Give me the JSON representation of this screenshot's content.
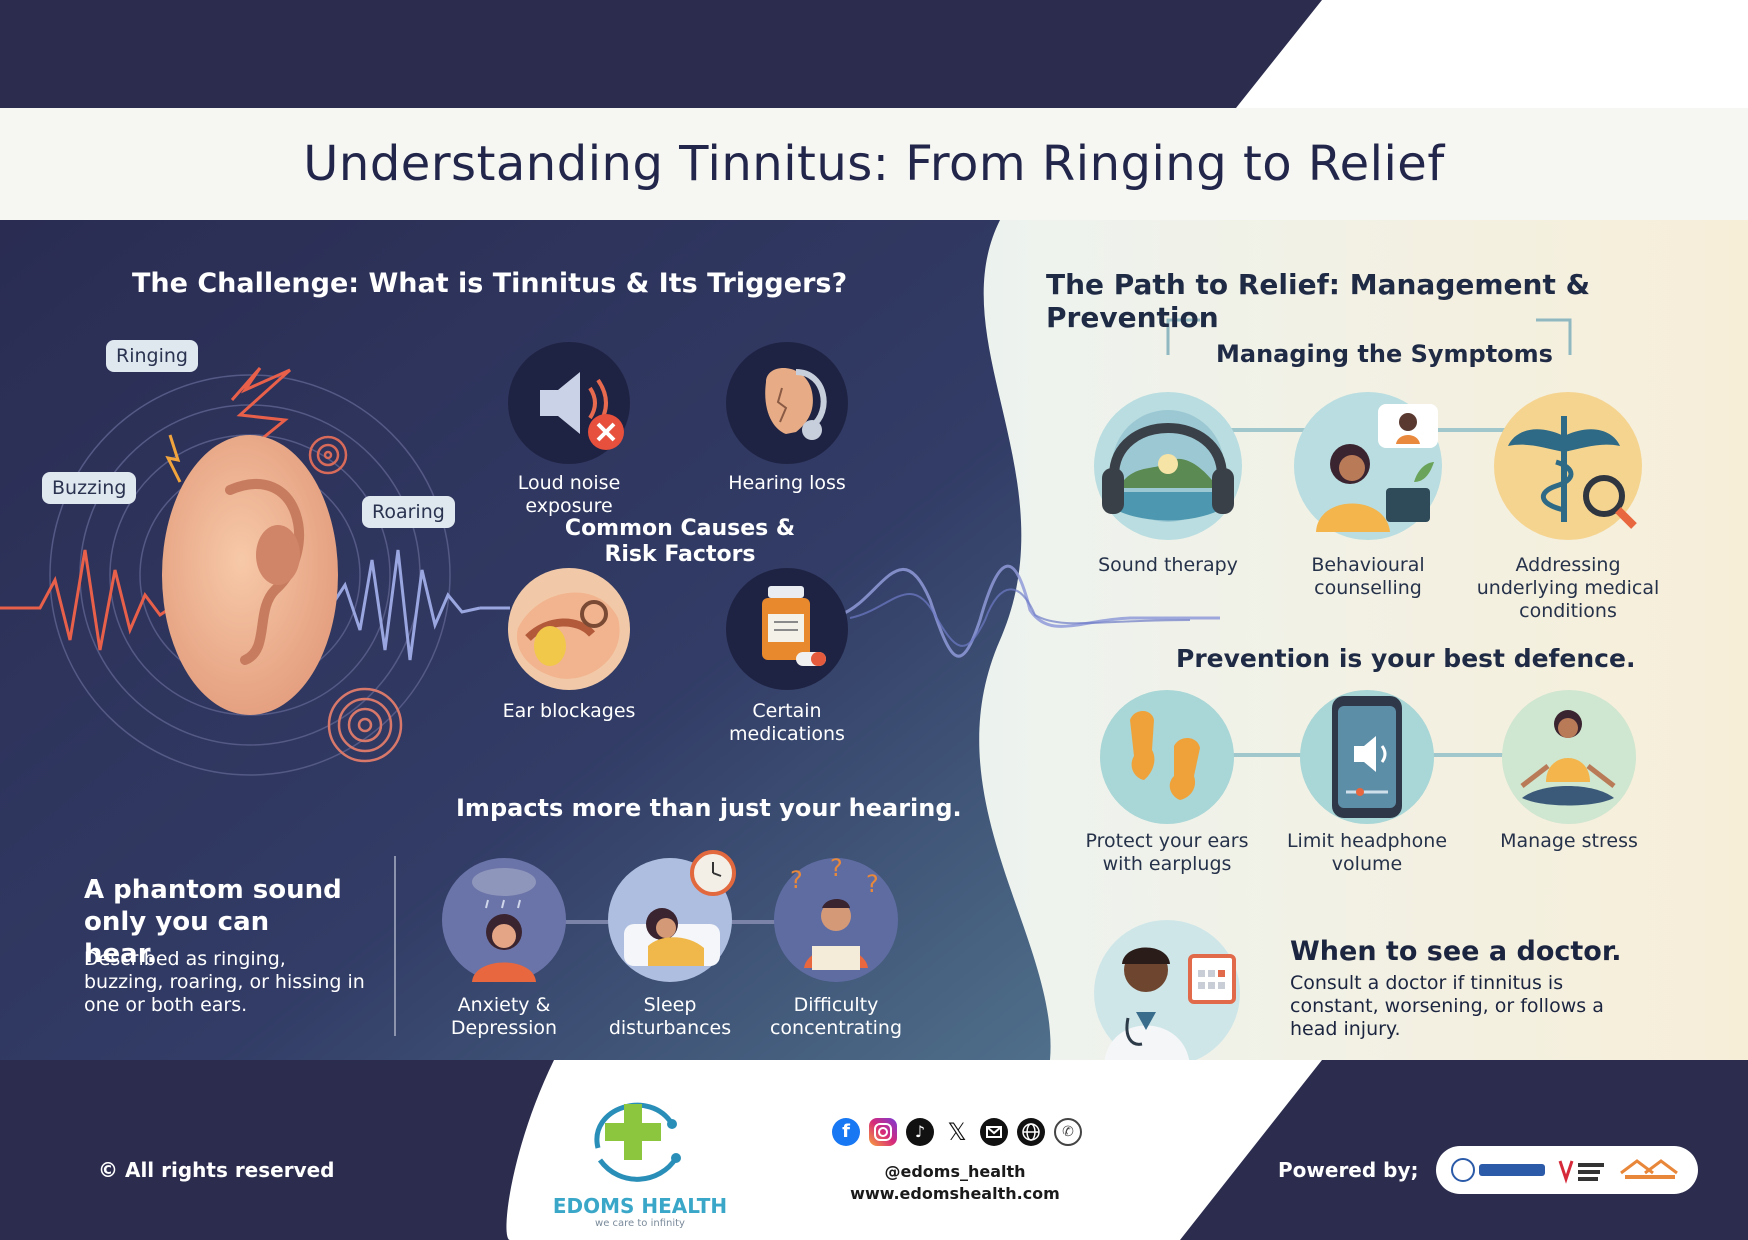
{
  "title": "Understanding Tinnitus: From Ringing to Relief",
  "left": {
    "heading": "The Challenge: What is Tinnitus & Its Triggers?",
    "sounds": [
      "Ringing",
      "Buzzing",
      "Roaring"
    ],
    "causes_title": "Common Causes & Risk Factors",
    "causes": [
      {
        "label": "Loud noise exposure",
        "icon": "speaker-mute-icon"
      },
      {
        "label": "Hearing loss",
        "icon": "hearing-aid-icon"
      },
      {
        "label": "Ear blockages",
        "icon": "ear-canal-icon"
      },
      {
        "label": "Certain medications",
        "icon": "pill-bottle-icon"
      }
    ],
    "phantom_title": "A phantom sound only you can hear.",
    "phantom_desc": "Described as ringing, buzzing, roaring, or hissing in one or both ears.",
    "impacts_title": "Impacts more than just your hearing.",
    "impacts": [
      {
        "label": "Anxiety & Depression",
        "icon": "raincloud-person-icon"
      },
      {
        "label": "Sleep disturbances",
        "icon": "sleeping-clock-icon"
      },
      {
        "label": "Difficulty concentrating",
        "icon": "confused-reader-icon"
      }
    ]
  },
  "right": {
    "heading": "The Path to Relief: Management & Prevention",
    "managing_title": "Managing the Symptoms",
    "managing": [
      {
        "label": "Sound therapy",
        "icon": "headphones-icon"
      },
      {
        "label": "Behavioural counselling",
        "icon": "counselling-icon"
      },
      {
        "label": "Addressing underlying medical conditions",
        "icon": "caduceus-icon"
      }
    ],
    "prevention_title": "Prevention is your best defence.",
    "prevention": [
      {
        "label": "Protect your ears with earplugs",
        "icon": "earplugs-icon"
      },
      {
        "label": "Limit headphone volume",
        "icon": "phone-volume-icon"
      },
      {
        "label": "Manage stress",
        "icon": "meditation-icon"
      }
    ],
    "doctor_title": "When to see a doctor.",
    "doctor_desc": "Consult a doctor if tinnitus is constant, worsening, or follows a head injury."
  },
  "footer": {
    "rights": "© All rights reserved",
    "brand": "EDOMS HEALTH",
    "tagline": "we care to infinity",
    "handle": "@edoms_health",
    "website": "www.edomshealth.com",
    "powered": "Powered by;",
    "social_icons": [
      "facebook-icon",
      "instagram-icon",
      "tiktok-icon",
      "x-icon",
      "email-icon",
      "globe-icon",
      "whatsapp-icon"
    ]
  }
}
